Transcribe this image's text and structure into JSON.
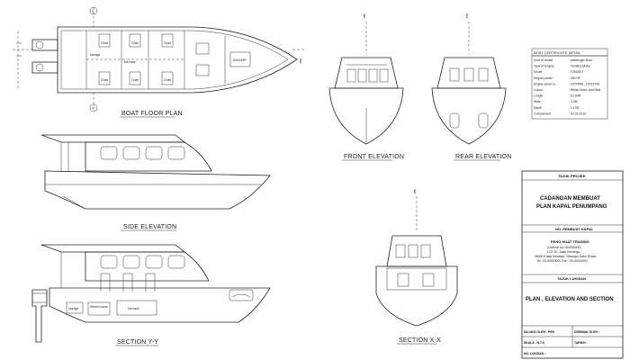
{
  "drawing": {
    "floor_plan_label": "BOAT FLOOR PLAN",
    "side_elevation_label": "SIDE ELEVATION",
    "section_yy_label": "SECTION Y-Y",
    "front_elevation_label": "FRONT ELEVATION",
    "rear_elevation_label": "REAR ELEVATION",
    "section_xx_label": "SECTION X-X",
    "centerline_symbol": "ℓ",
    "section_marker_y": "Y",
    "section_marker_x": "X",
    "room_labels": {
      "storage": "storage",
      "chair": "Chair",
      "wheel_house": "Wheel house",
      "fuel_tank": "fuel tank",
      "anchor": "ANCHOR"
    }
  },
  "certificate": {
    "title": "BOAT CERTIFICATE DETAIL",
    "rows": [
      {
        "key": "Kind of vessel",
        "value": "passenger Boat"
      },
      {
        "key": "Type of Engine",
        "value": "Yamaha Motor"
      },
      {
        "key": "Model",
        "value": "F250DET"
      },
      {
        "key": "Engine power",
        "value": "250 HP"
      },
      {
        "key": "Engine serial no.",
        "value": "1007486L, 1001374A"
      },
      {
        "key": "Colour",
        "value": "White,Green and Blue"
      },
      {
        "key": "Length",
        "value": "10.20M"
      },
      {
        "key": "Wide",
        "value": "3.2M"
      },
      {
        "key": "Depth",
        "value": "1.17M"
      },
      {
        "key": "Complement",
        "value": "02.02.2015"
      }
    ]
  },
  "title_block": {
    "project_header": "TAJUK PROJEK",
    "project_line1": "CADANGAN MEMBUAT",
    "project_line2": "PLAN KAPAL PENUMPANG",
    "owner_header": "NO. PEMBUAT KAPAL",
    "company_name": "PENG HUAT TRADING",
    "company_line1": "(Licence no: 000000000)",
    "company_line2": "LOT 00, Jalan Kenanga,",
    "company_line3": "45000 Kuala Selangor, Selangor Darul Ehsan.",
    "company_line4": "Tel : 03-00000000 Fax : 03-00000000",
    "drawing_header": "TAJUK LUKISAN",
    "drawing_title": "PLAN , ELEVATION AND SECTION",
    "row1_left": "DILUKIS OLEH : PEN",
    "row1_right": "DISEMAK OLEH :",
    "row2_left": "SKALA : N.T.S",
    "row2_right": "TARIKH :",
    "row3_left": "NO. LUKISAN :"
  }
}
